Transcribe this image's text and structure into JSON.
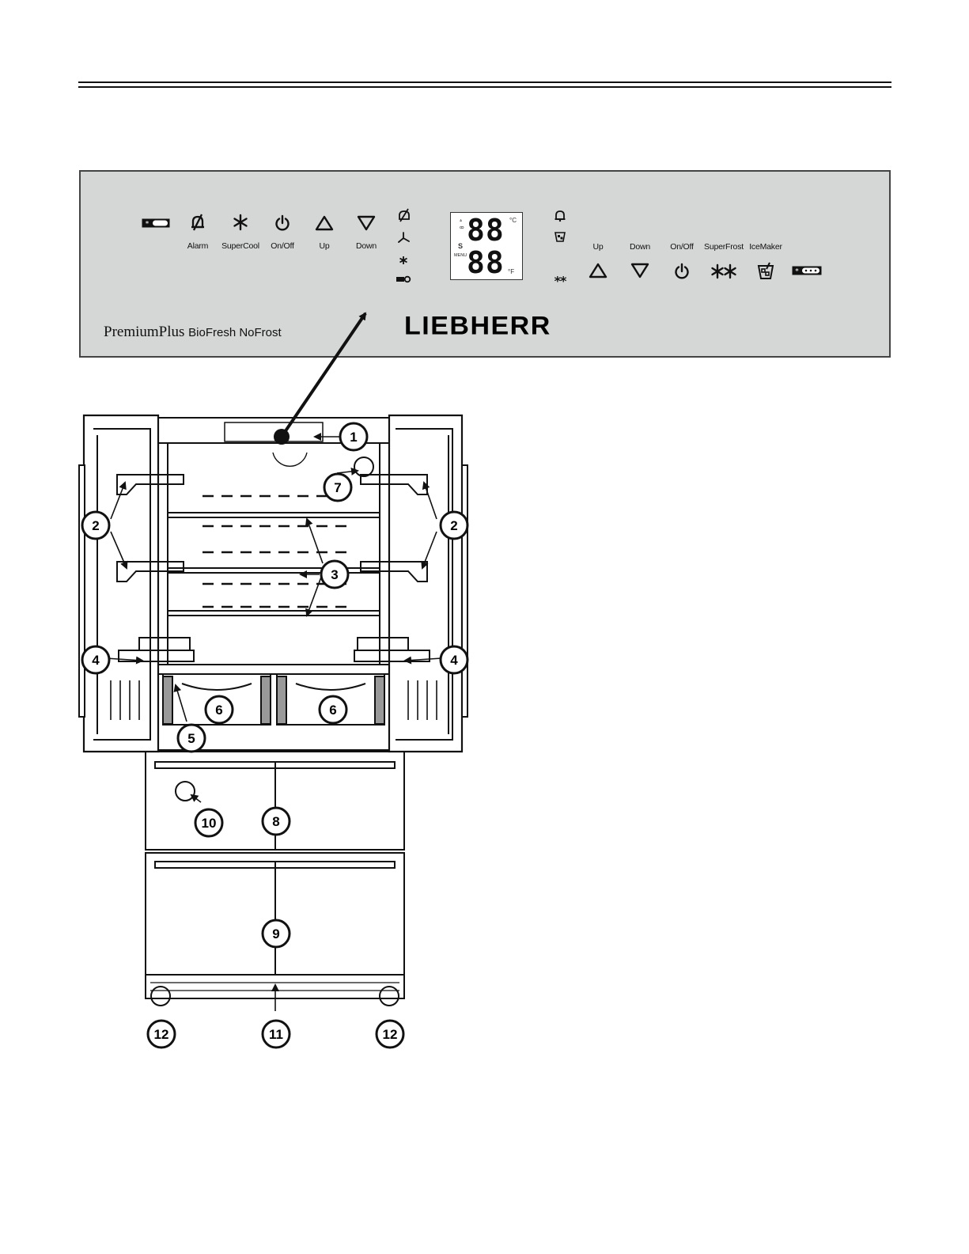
{
  "panel": {
    "model_name": "PremiumPlus",
    "model_suffix": "BioFresh NoFrost",
    "brand": "LIEBHERR",
    "left_buttons": [
      {
        "label": "Alarm",
        "icon": "alarm-off-icon"
      },
      {
        "label": "SuperCool",
        "icon": "supercool-icon"
      },
      {
        "label": "On/Off",
        "icon": "power-icon"
      },
      {
        "label": "Up",
        "icon": "up-triangle-icon"
      },
      {
        "label": "Down",
        "icon": "down-triangle-icon"
      }
    ],
    "right_buttons": [
      {
        "label": "Up",
        "icon": "up-triangle-icon"
      },
      {
        "label": "Down",
        "icon": "down-triangle-icon"
      },
      {
        "label": "On/Off",
        "icon": "power-icon"
      },
      {
        "label": "SuperFrost",
        "icon": "superfrost-icon"
      },
      {
        "label": "IceMaker",
        "icon": "icemaker-icon"
      }
    ],
    "display": {
      "top_digits": "88",
      "bottom_digits": "88",
      "unit_c": "°C",
      "unit_f": "°F",
      "s_label": "S",
      "menu_label": "MENU"
    }
  },
  "callouts": [
    "1",
    "2",
    "2",
    "3",
    "4",
    "4",
    "5",
    "6",
    "6",
    "7",
    "8",
    "9",
    "10",
    "11",
    "12",
    "12"
  ]
}
